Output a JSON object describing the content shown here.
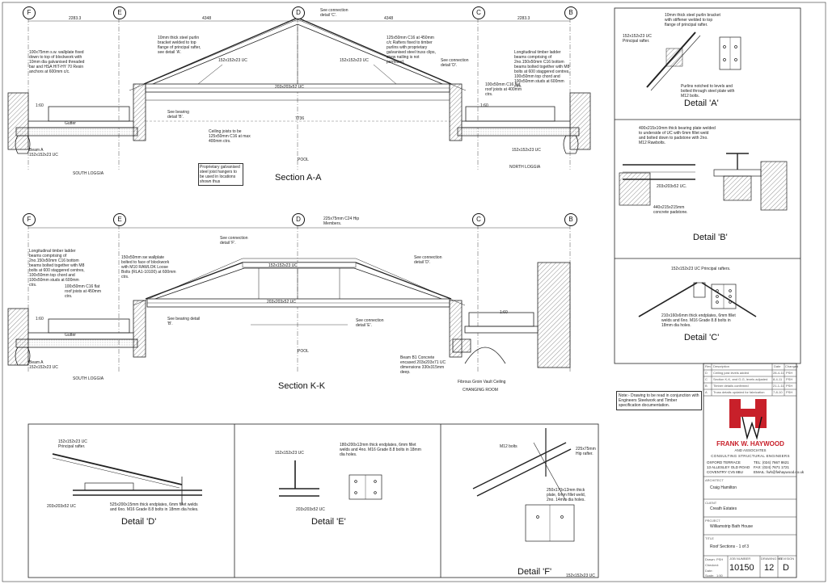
{
  "grid_top": [
    "F",
    "E",
    "D",
    "C",
    "B"
  ],
  "grid_mid": [
    "F",
    "E",
    "D",
    "C",
    "B"
  ],
  "dims_top": [
    "2283.3",
    "4348",
    "4348",
    "2283.3"
  ],
  "sections": {
    "aa": "Section A-A",
    "kk": "Section K-K"
  },
  "details": {
    "a": "Detail 'A'",
    "b": "Detail 'B'",
    "c": "Detail 'C'",
    "d": "Detail 'D'",
    "e": "Detail 'E'",
    "f": "Detail 'F'"
  },
  "aa_notes": {
    "purlin_bracket": "10mm thick steel purlin bracket welded to top flange of principal rafter, see detail 'A'.",
    "see_c": "See connection detail 'C'.",
    "rafters": "125x50mm C16 at 450mm c/c Rafters fixed to timber purlins with proprietary galvanised steel truss clips, skew nailing is not permitted.",
    "see_d": "See connection detail 'D'.",
    "wallplate": "100x75mm s.w. wallplate fixed down to top of blockwork with 10mm dia galvanised threaded bar and HSA HIT-HY 70 Resin anchors at 600mm c/c.",
    "ladder_beams": "Longitudinal timber ladder beams comprising of 2no.150x50mm C16 bottom beams bolted together with M8 bolts at 600 staggered centres, 100x50mm top chord and 100x50mm studs at 600mm ctrs.",
    "roof_joists": "100x50mm C16 flat roof joists at 400mm ctrs.",
    "bearing_b": "See bearing detail 'B'.",
    "ceiling_joists": "Ceiling joists to be 125x50mm C16 at max 400mm ctrs.",
    "beam_uc": "203x203x52 UC",
    "rafter_uc_l": "152x152x23 UC",
    "rafter_uc_r": "152x152x23 UC",
    "beam_a_l": "Beam A 152x152x23 UC",
    "beam_a_r": "152x152x23 UC",
    "hangers": "Proprietary galvanised steel joist hangers to be used in locations shown thus",
    "south_loggia": "SOUTH LOGGIA",
    "north_loggia": "NORTH LOGGIA",
    "pool": "POOL",
    "slope_l": "1:60",
    "slope_r": "1:60",
    "gutter": "Gutter",
    "span": "7736"
  },
  "kk_notes": {
    "hip": "225x75mm C24 Hip Members.",
    "see_f": "See connection detail 'F'.",
    "see_d": "See connection detail 'D'.",
    "ladder_beams": "Longitudinal timber ladder beams comprising of 2no.150x50mm C16 bottom beams bolted together with M8 bolts at 600 staggered centres, 100x50mm top chord and 100x50mm studs at 600mm ctrs.",
    "wallplate": "150x50mm sw wallplate bolted to face of blockwork with M10 RAWLOK Loose Bolts (RLA1-10100) at 600mm ctrs.",
    "roof_joists": "100x50mm C16 flat roof joists at 450mm ctrs.",
    "ridge_uc": "152x152x23 UC",
    "beam_uc": "203x203x52 UC",
    "bearing_b": "See bearing detail 'B'.",
    "see_e": "See connection detail 'E'.",
    "beam_b1": "Beam B1 Concrete encased 203x203x71 UC dimensions 330x315mm deep.",
    "vault": "Fibrous Groin Vault Ceiling",
    "changing": "CHANGING ROOM",
    "beam_a": "Beam A 152x152x23 UC",
    "pool": "POOL",
    "south_loggia": "SOUTH LOGGIA",
    "slope_l": "1:60",
    "slope_r": "1:60",
    "gutter": "Gutter"
  },
  "detail_a": {
    "bracket": "10mm thick steel purlin bracket with stiffener welded to top flange of principal rafter.",
    "rafter": "152x152x23 UC Principal rafter.",
    "purlins": "Purlins notched to levels and bolted through steel plate with M12 bolts."
  },
  "detail_b": {
    "plate": "400x215x10mm thick bearing plate welded to underside of UC with 6mm fillet weld and bolted down to padstone with 2no. M12 Rawbolts.",
    "beam": "203x203x52 UC.",
    "padstone": "440x215x215mm concrete padstone."
  },
  "detail_c": {
    "rafters": "152x152x23 UC Principal rafters.",
    "plates": "210x160x6mm thick endplates, 6mm fillet welds and 6no. M16 Grade 8.8 bolts in 18mm dia holes."
  },
  "detail_d": {
    "rafter": "152x152x23 UC Principal rafter.",
    "beam": "203x203x52 UC",
    "plates": "525x200x15mm thick endplates, 6mm fillet welds and 6no. M16 Grade 8.8 bolts in 18mm dia holes."
  },
  "detail_e": {
    "ridge": "152x152x23 UC",
    "plates": "180x200x12mm thick endplates, 6mm fillet welds and 4no. M16 Grade 8.8 bolts in 18mm dia holes.",
    "beam": "203x203x52 UC"
  },
  "detail_f": {
    "bolts": "M12 bolts",
    "hip": "225x75mm Hip rafter.",
    "plate": "250x170x12mm thick plate, 6mm fillet weld, 2no. 14mm dia holes.",
    "uc": "152x152x23 UC"
  },
  "note": "Note:- Drawing to be read in conjunction with Engineers Steelwork and Timber specification documentation.",
  "revisions": {
    "headers": [
      "Rev",
      "Description",
      "Date",
      "Changed"
    ],
    "rows": [
      [
        "D",
        "Ceiling joist levels added",
        "28-4-11",
        "PSH"
      ],
      [
        "C",
        "Section K-K, and G-G, levels adjusted",
        "8-4-11",
        "PSH"
      ],
      [
        "B",
        "Timber details confirmed",
        "21-1-11",
        "PSH"
      ],
      [
        "A",
        "Truss details updated for fabrication",
        "7-8-10",
        "PSH"
      ]
    ]
  },
  "company": {
    "logo": "FH",
    "name": "FRANK W. HAYWOOD",
    "sub": "AND ASSOCIATES",
    "tagline": "CONSULTING STRUCTURAL ENGINEERS",
    "addr1": "OXFORD TERRACE",
    "addr2": "13 ALLESLEY OLD ROAD",
    "addr3": "COVENTRY CV5 8BU",
    "tel": "TEL: (024) 7667 8621",
    "fax": "FAX: (024) 7671 1721",
    "email": "EMAIL: fwh@fwhaywood.co.uk"
  },
  "fields": {
    "architect_label": "ARCHITECT",
    "architect": "Craig Hamilton",
    "client_label": "CLIENT",
    "client": "Creath Estates",
    "project_label": "PROJECT",
    "project": "Williamstrip Bath House",
    "title_label": "TITLE",
    "title": "Roof Sections - 1 of 3",
    "drawn_label": "Drawn:",
    "drawn": "PSH",
    "checked_label": "Checked:",
    "date_label": "Date:",
    "scale_label": "Scale:",
    "scale": "1:50",
    "job_label": "JOB NUMBER",
    "job": "10150",
    "dwg_label": "DRAWING NO.",
    "dwg": "12",
    "rev_label": "REVISION",
    "rev": "D"
  },
  "colors": {
    "logo_red": "#c8202a",
    "ink": "#111111"
  }
}
